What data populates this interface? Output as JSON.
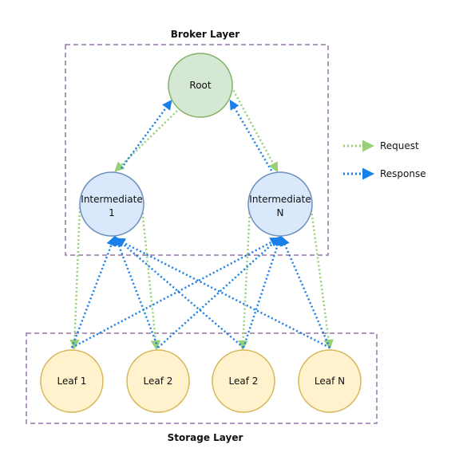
{
  "colors": {
    "request": "#97d077",
    "response": "#1a7fe8",
    "layer_border": "#9673a6",
    "root_fill": "#d5e8d4",
    "root_stroke": "#82b366",
    "intermediate_fill": "#dae8fc",
    "intermediate_stroke": "#6c8ebf",
    "leaf_fill": "#fff2cc",
    "leaf_stroke": "#d6b656"
  },
  "layers": {
    "broker": "Broker Layer",
    "storage": "Storage Layer"
  },
  "nodes": {
    "root": "Root",
    "intermediate_1": {
      "line1": "Intermediate",
      "line2": "1"
    },
    "intermediate_n": {
      "line1": "Intermediate",
      "line2": "N"
    },
    "leaf_1": "Leaf 1",
    "leaf_2a": "Leaf 2",
    "leaf_2b": "Leaf 2",
    "leaf_n": "Leaf N"
  },
  "legend": {
    "request": "Request",
    "response": "Response"
  }
}
